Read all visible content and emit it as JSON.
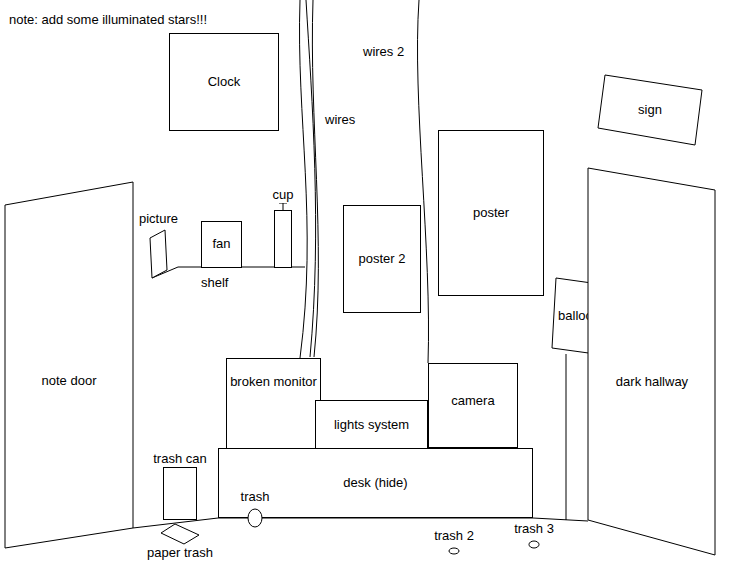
{
  "diagram": {
    "nodes": [
      {
        "text": [
          "Clock"
        ]
      },
      {
        "text": [
          "sign"
        ]
      },
      {
        "text": [
          "picture"
        ]
      },
      {
        "text": [
          "fan"
        ]
      },
      {
        "text": [
          "cup"
        ]
      },
      {
        "text": [
          "poster"
        ]
      },
      {
        "text": [
          "poster 2"
        ]
      },
      {
        "text": [
          "balloon"
        ]
      },
      {
        "text": [
          "note door"
        ]
      },
      {
        "text": [
          "broken monitor"
        ]
      },
      {
        "text": [
          "lights system"
        ]
      },
      {
        "text": [
          "camera"
        ]
      },
      {
        "text": [
          "dark hallway"
        ]
      },
      {
        "text": [
          "trash can"
        ]
      },
      {
        "text": [
          "desk (hide)"
        ]
      },
      {
        "text": [
          "trash"
        ]
      },
      {
        "text": [
          "paper trash"
        ]
      },
      {
        "text": [
          "trash 2"
        ]
      },
      {
        "text": [
          "trash 3"
        ]
      }
    ],
    "labels": [
      "note: add some illuminated stars!!!",
      "wires 2",
      "wires",
      "shelf"
    ]
  }
}
